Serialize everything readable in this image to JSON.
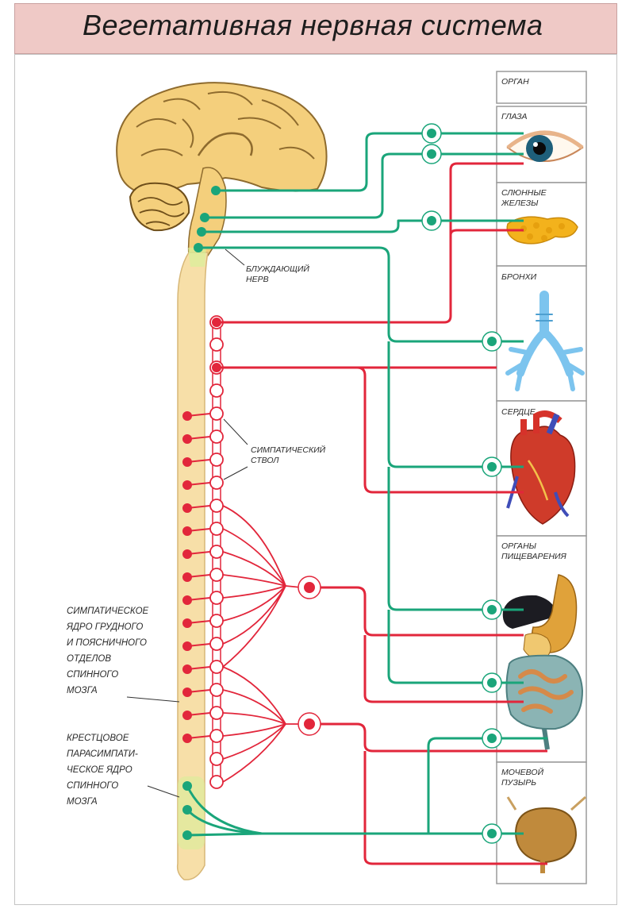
{
  "title": "Вегетативная нервная система",
  "organ_column": {
    "header": "ОРГАН",
    "organs": [
      {
        "key": "eyes",
        "label": "ГЛАЗА"
      },
      {
        "key": "glands",
        "label_line1": "СЛЮННЫЕ",
        "label_line2": "ЖЕЛЕЗЫ"
      },
      {
        "key": "bronchi",
        "label": "БРОНХИ"
      },
      {
        "key": "heart",
        "label": "СЕРДЦЕ"
      },
      {
        "key": "digestive",
        "label_line1": "ОРГАНЫ",
        "label_line2": "ПИЩЕВАРЕНИЯ"
      },
      {
        "key": "bladder",
        "label_line1": "МОЧЕВОЙ",
        "label_line2": "ПУЗЫРЬ"
      }
    ]
  },
  "labels": {
    "vagus_line1": "БЛУЖДАЮЩИЙ",
    "vagus_line2": "НЕРВ",
    "trunk_line1": "СИМПАТИЧЕСКИЙ",
    "trunk_line2": "СТВОЛ",
    "sympathetic_nucleus": [
      "СИМПАТИЧЕСКОЕ",
      "ЯДРО ГРУДНОГО",
      "И ПОЯСНИЧНОГО",
      "ОТДЕЛОВ",
      "СПИННОГО",
      "МОЗГА"
    ],
    "sacral_nucleus": [
      "КРЕСТЦОВОЕ",
      "ПАРАСИМПАТИ-",
      "ЧЕСКОЕ ЯДРО",
      "СПИННОГО",
      "МОЗГА"
    ]
  },
  "colors": {
    "parasympathetic": "#1aa57a",
    "sympathetic": "#e2263b",
    "spinal_cord": "#f7dfa8",
    "brain": "#f4cf7c",
    "title_bg": "#efc9c6"
  }
}
